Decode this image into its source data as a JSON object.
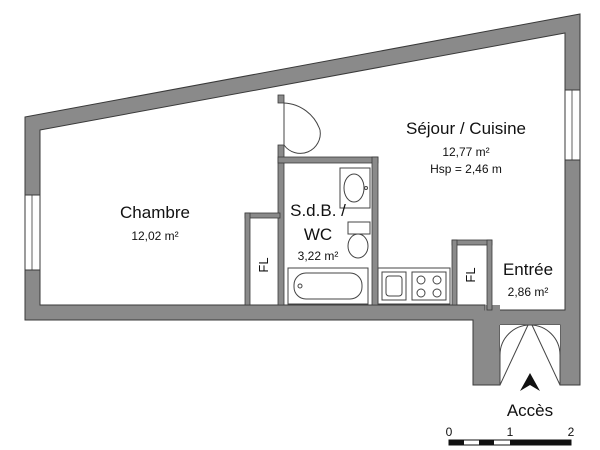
{
  "rooms": {
    "sejour": {
      "name": "Séjour / Cuisine",
      "area": "12,77 m²",
      "height": "Hsp = 2,46 m"
    },
    "chambre": {
      "name": "Chambre",
      "area": "12,02 m²"
    },
    "sdb": {
      "name_line1": "S.d.B. /",
      "name_line2": "WC",
      "area": "3,22 m²"
    },
    "entree": {
      "name": "Entrée",
      "area": "2,86 m²"
    }
  },
  "closets": {
    "left": "FL",
    "right": "FL"
  },
  "access": {
    "label": "Accès"
  },
  "scale": {
    "ticks": [
      "0",
      "1",
      "2"
    ]
  },
  "colors": {
    "wall": "#8a8a8a",
    "wall_outline": "#3a3a3a",
    "fixture": "#444444"
  }
}
